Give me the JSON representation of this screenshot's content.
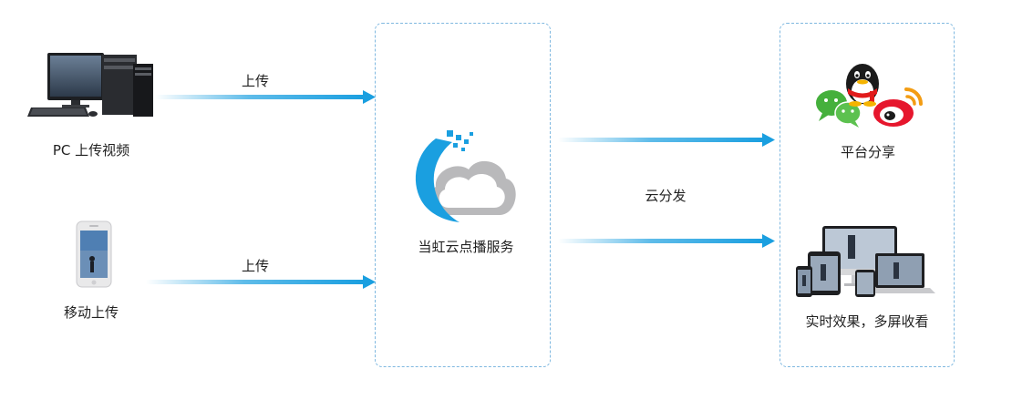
{
  "left": {
    "pc_label": "PC 上传视频",
    "mobile_label": "移动上传"
  },
  "arrows": {
    "upload_top": "上传",
    "upload_bottom": "上传",
    "distribute": "云分发"
  },
  "center": {
    "service_label": "当虹云点播服务"
  },
  "right": {
    "share_label": "平台分享",
    "multiscreen_label": "实时效果，多屏收看"
  },
  "colors": {
    "arrow": "#1a9fe0",
    "box_border": "#7fb8e0",
    "logo_blue": "#1a9fe0",
    "logo_gray": "#b8b8b8"
  }
}
